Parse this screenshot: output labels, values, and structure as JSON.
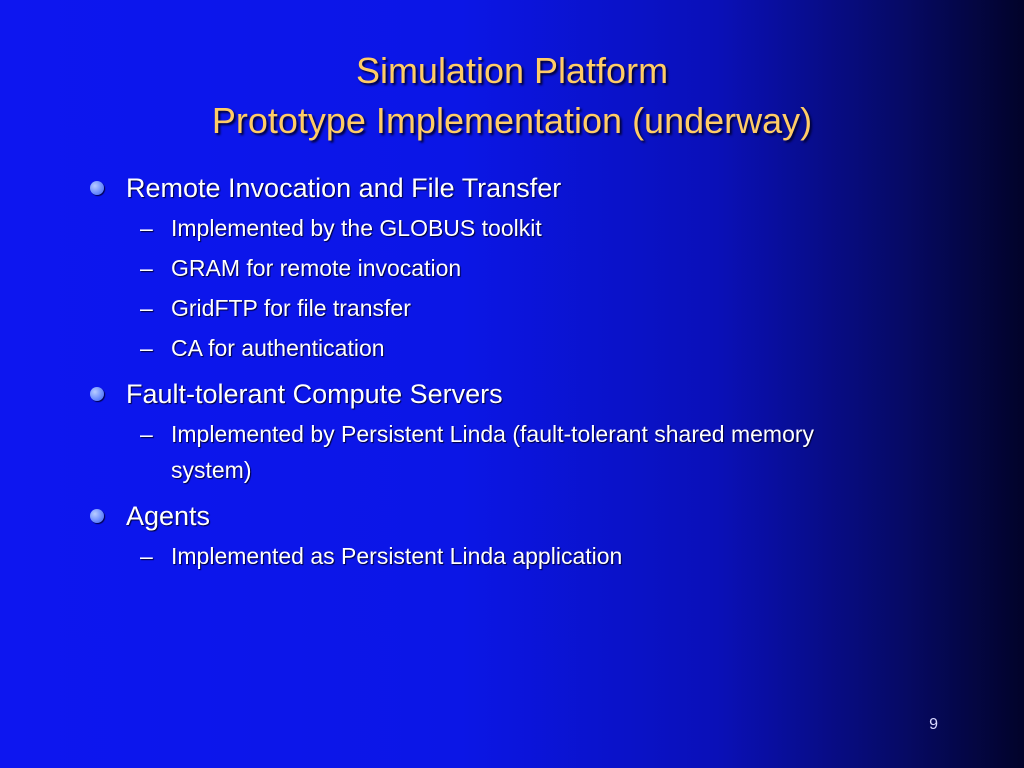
{
  "title": {
    "line1": "Simulation Platform",
    "line2": "Prototype Implementation (underway)"
  },
  "bullets": [
    {
      "text": "Remote Invocation and File Transfer",
      "subs": [
        "Implemented by the GLOBUS toolkit",
        "GRAM for remote invocation",
        "GridFTP for file transfer",
        "CA for authentication"
      ]
    },
    {
      "text": "Fault-tolerant Compute Servers",
      "subs": [
        "Implemented by Persistent Linda (fault-tolerant shared memory system)"
      ]
    },
    {
      "text": "Agents",
      "subs": [
        "Implemented as Persistent Linda application"
      ]
    }
  ],
  "dash_glyph": "–",
  "page_number": "9",
  "colors": {
    "title": "#ffcc66",
    "text": "#ffffff",
    "bullet": "#6f90ff",
    "background_left": "#0d16f0",
    "background_right": "#02032a"
  }
}
